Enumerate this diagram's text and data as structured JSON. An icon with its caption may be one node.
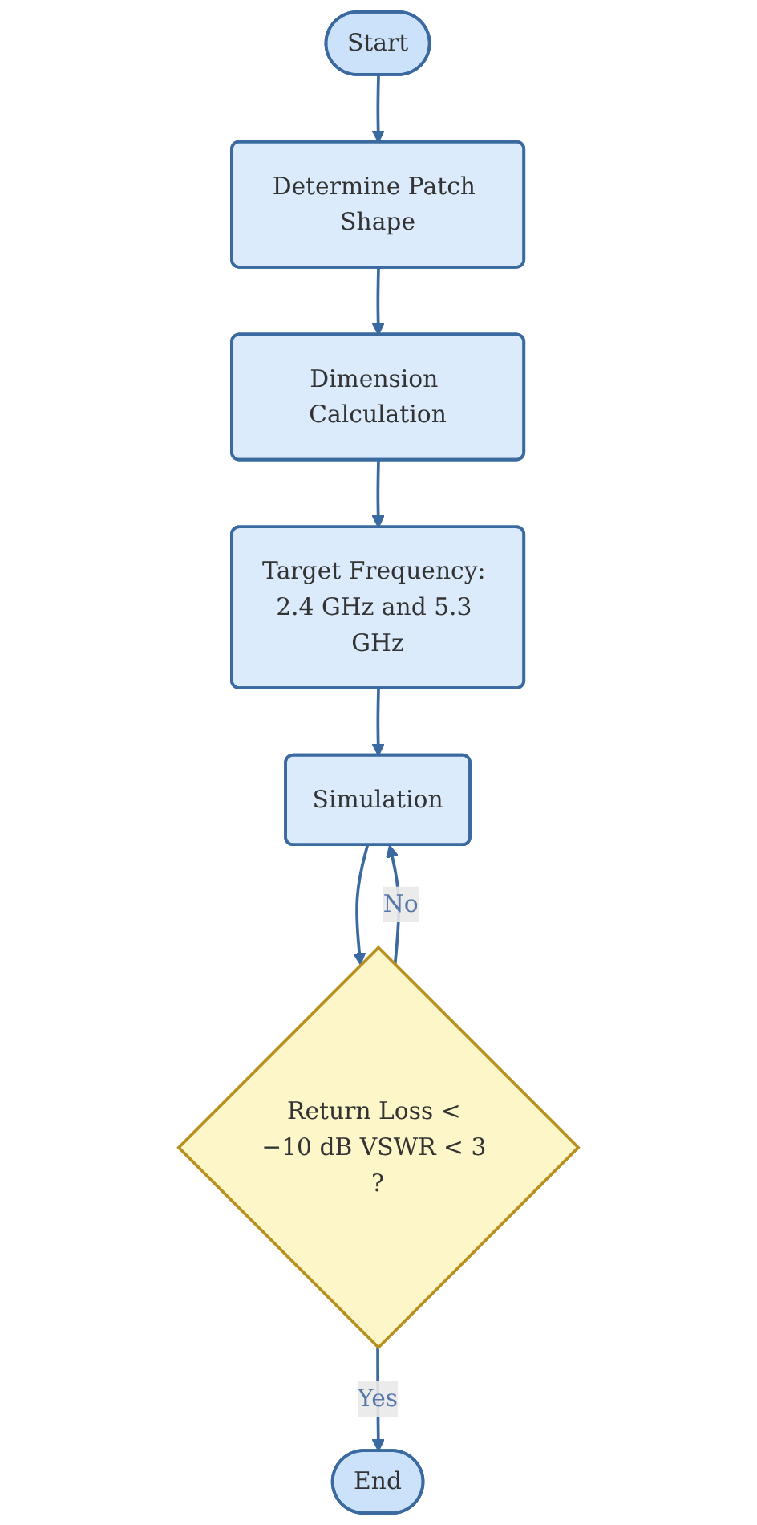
{
  "diagram": {
    "nodes": [
      {
        "text": [
          "Start"
        ]
      },
      {
        "text": [
          "Determine Patch Shape"
        ]
      },
      {
        "text": [
          "Dimension Calculation"
        ]
      },
      {
        "text": [
          "Target Frequency: 2.4 GHz and 5.3 GHz"
        ]
      },
      {
        "text": [
          "Simulation"
        ]
      },
      {
        "text": [
          "Return Loss < −10 dB VSWR < 3 ?"
        ]
      },
      {
        "text": [
          "End"
        ]
      }
    ],
    "edges": [
      {
        "from": 0,
        "to": 1,
        "arrow": "to"
      },
      {
        "from": 1,
        "to": 2,
        "arrow": "to"
      },
      {
        "from": 2,
        "to": 3,
        "arrow": "to"
      },
      {
        "from": 3,
        "to": 4,
        "arrow": "to"
      },
      {
        "from": 4,
        "to": 5,
        "arrow": "to"
      },
      {
        "from": 5,
        "to": 6,
        "label": "Yes",
        "arrow": "to"
      },
      {
        "from": 5,
        "to": 4,
        "label": "No",
        "arrow": "to"
      }
    ]
  }
}
